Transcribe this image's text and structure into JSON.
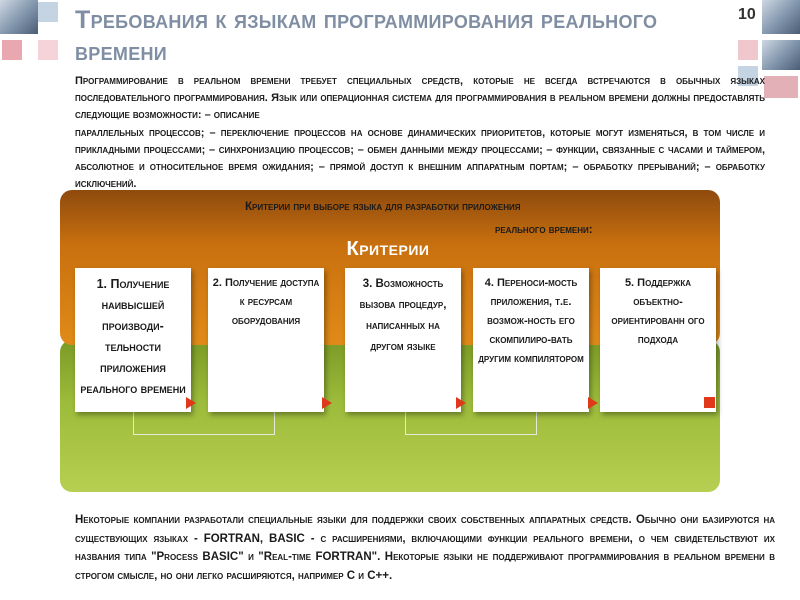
{
  "page": {
    "number": "10"
  },
  "title": "Требования к языкам программирования реального времени",
  "intro": {
    "line1": "Программирование в реальном времени требует специальных средств, которые не всегда встречаются в обычных языках последовательного программирования. Язык или операционная система для программирования в реальном времени должны предоставлять следующие возможности: – описание",
    "line2": "параллельных процессов; – переключение процессов на основе динамических приоритетов, которые могут изменяться, в том числе и прикладными процессами; – синхронизацию процессов; – обмен данными между процессами; – функции, связанные с часами и таймером, абсолютное и относительное время ожидания; – прямой доступ к внешним аппаратным портам; – обработку прерываний; – обработку исключений."
  },
  "criteria_heading": {
    "line1": "Критерии при выборе языка для разработки приложения",
    "line2": "реального времени:"
  },
  "diagram": {
    "label": "Критерии",
    "cards": [
      "1. Получение наивысшей производи-тельности приложения реального времени",
      "2. Получение доступа к ресурсам оборудования",
      "3. Возможность вызова процедур, написанных на другом языке",
      "4. Переноси-мость приложения, т.е. возмож-ность его скомпилиро-вать другим компилятором",
      "5. Поддержка объектно-ориентированн ого подхода"
    ],
    "colors": {
      "orange": "#d97d14",
      "green": "#9cbb3a",
      "marker": "#e0381a"
    }
  },
  "footer_text": "Некоторые компании разработали специальные языки для поддержки своих собственных аппаратных средств. Обычно они базируются на существующих языках - FORTRAN, BASIC - с расширениями, включающими функции реального времени, о чем свидетельствуют их названия типа \"Process BASIC\" и \"Real-time FORTRAN\". Некоторые языки не поддерживают программирования в реальном времени в строгом смысле, но они легко расширяются, например C и C++."
}
